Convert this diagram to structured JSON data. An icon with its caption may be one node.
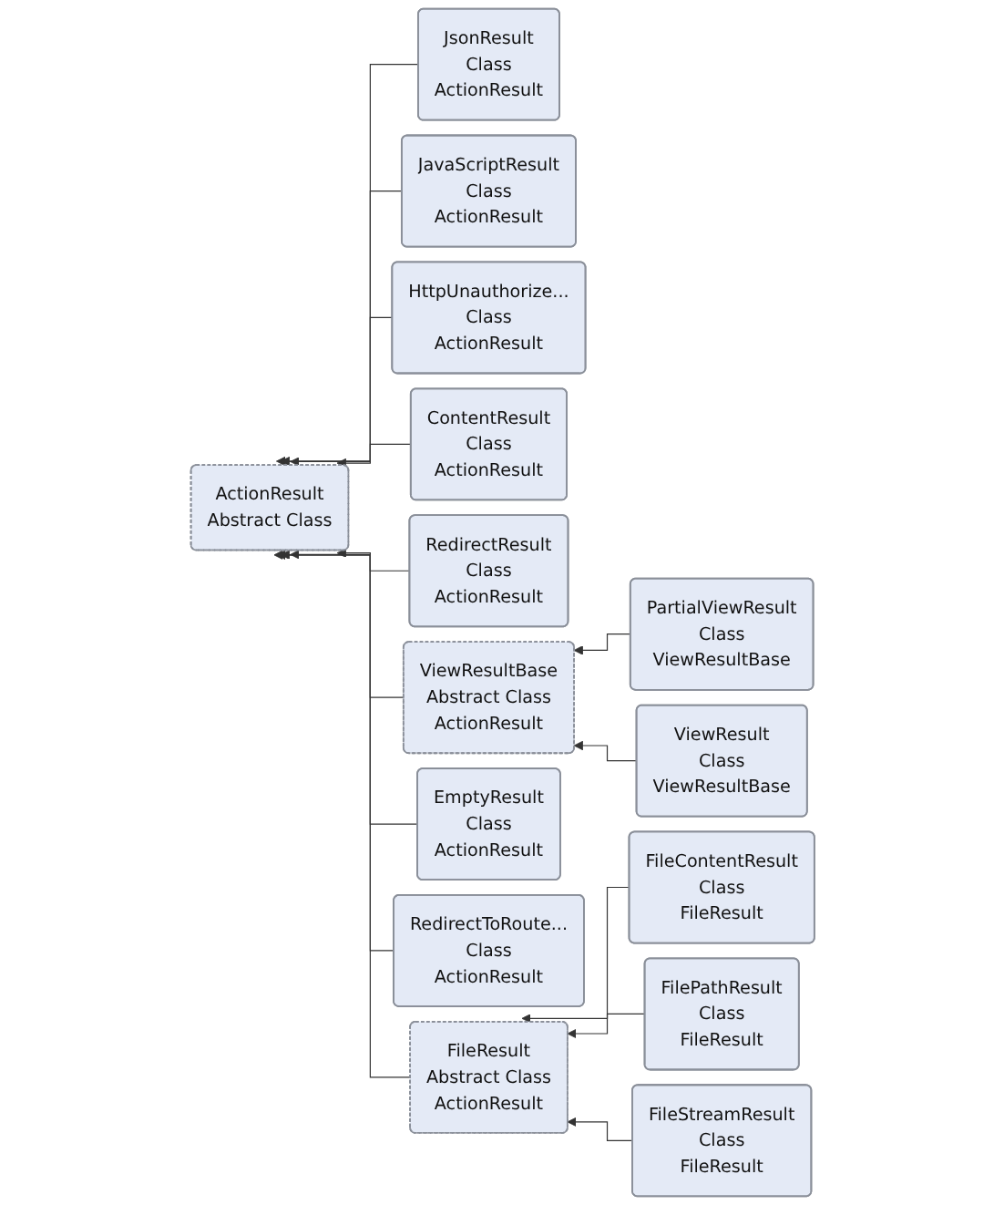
{
  "diagram": {
    "nodes": [
      {
        "text": [
          "ActionResult",
          "Abstract Class"
        ]
      },
      {
        "text": [
          "JsonResult",
          "Class",
          "ActionResult"
        ]
      },
      {
        "text": [
          "JavaScriptResult",
          "Class",
          "ActionResult"
        ]
      },
      {
        "text": [
          "HttpUnauthorize...",
          "Class",
          "ActionResult"
        ]
      },
      {
        "text": [
          "ContentResult",
          "Class",
          "ActionResult"
        ]
      },
      {
        "text": [
          "RedirectResult",
          "Class",
          "ActionResult"
        ]
      },
      {
        "text": [
          "ViewResultBase",
          "Abstract Class",
          "ActionResult"
        ]
      },
      {
        "text": [
          "EmptyResult",
          "Class",
          "ActionResult"
        ]
      },
      {
        "text": [
          "RedirectToRoute...",
          "Class",
          "ActionResult"
        ]
      },
      {
        "text": [
          "FileResult",
          "Abstract Class",
          "ActionResult"
        ]
      },
      {
        "text": [
          "PartialViewResult",
          "Class",
          "ViewResultBase"
        ]
      },
      {
        "text": [
          "ViewResult",
          "Class",
          "ViewResultBase"
        ]
      },
      {
        "text": [
          "FileContentResult",
          "Class",
          "FileResult"
        ]
      },
      {
        "text": [
          "FilePathResult",
          "Class",
          "FileResult"
        ]
      },
      {
        "text": [
          "FileStreamResult",
          "Class",
          "FileResult"
        ]
      }
    ],
    "edges": [
      {
        "from": 1,
        "to": 0,
        "arrow": "to"
      },
      {
        "from": 2,
        "to": 0,
        "arrow": "to"
      },
      {
        "from": 3,
        "to": 0,
        "arrow": "to"
      },
      {
        "from": 4,
        "to": 0,
        "arrow": "to"
      },
      {
        "from": 5,
        "to": 0,
        "arrow": "to"
      },
      {
        "from": 6,
        "to": 0,
        "arrow": "to"
      },
      {
        "from": 7,
        "to": 0,
        "arrow": "to"
      },
      {
        "from": 8,
        "to": 0,
        "arrow": "to"
      },
      {
        "from": 9,
        "to": 0,
        "arrow": "to"
      },
      {
        "from": 10,
        "to": 6,
        "arrow": "to"
      },
      {
        "from": 11,
        "to": 6,
        "arrow": "to"
      },
      {
        "from": 12,
        "to": 9,
        "arrow": "to"
      },
      {
        "from": 13,
        "to": 9,
        "arrow": "to"
      },
      {
        "from": 14,
        "to": 9,
        "arrow": "to"
      }
    ]
  }
}
